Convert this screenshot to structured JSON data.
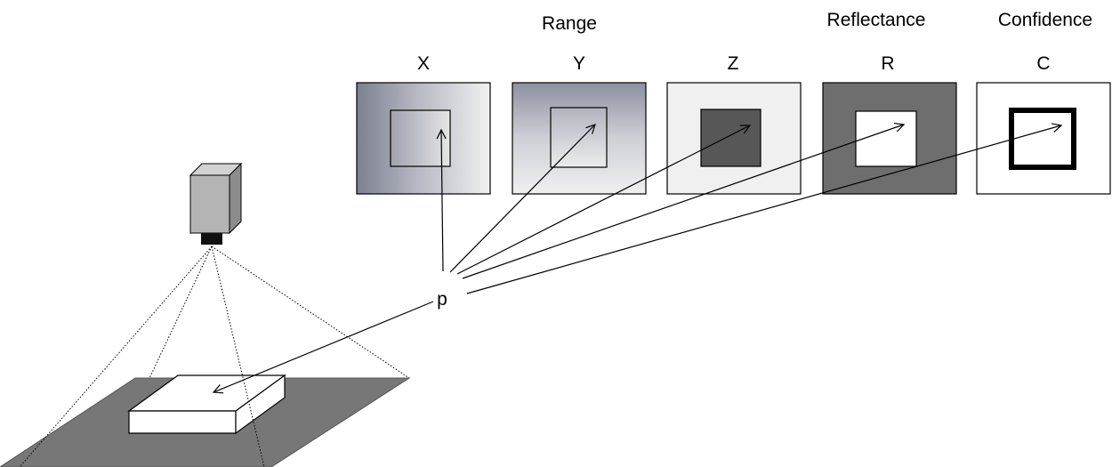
{
  "group_label": "Range",
  "images": [
    {
      "heading": "",
      "channel": "X"
    },
    {
      "heading": "",
      "channel": "Y"
    },
    {
      "heading": "",
      "channel": "Z"
    },
    {
      "heading": "Reflectance",
      "channel": "R"
    },
    {
      "heading": "Confidence",
      "channel": "C"
    }
  ],
  "point_label": "p",
  "colors": {
    "scene_plane": "#777777",
    "box_top": "#ffffff",
    "camera_body": "#b4b4b4",
    "camera_lens": "#111111",
    "z_inner": "#575757",
    "r_outer": "#6e6e6e",
    "z_outer": "#f0f0f0"
  }
}
